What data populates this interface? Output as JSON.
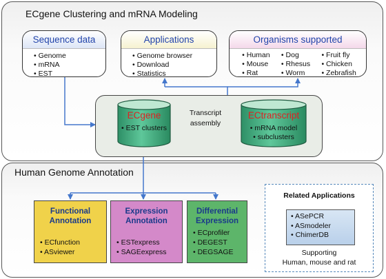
{
  "top_panel": {
    "title": "ECgene Clustering and mRNA Modeling"
  },
  "sequence_data": {
    "title": "Sequence data",
    "items": [
      "Genome",
      "mRNA",
      "EST"
    ]
  },
  "applications": {
    "title": "Applications",
    "items": [
      "Genome browser",
      "Download",
      "Statistics"
    ]
  },
  "organisms": {
    "title": "Organisms supported",
    "col1": [
      "Human",
      "Mouse",
      "Rat"
    ],
    "col2": [
      "Dog",
      "Rhesus",
      "Worm"
    ],
    "col3": [
      "Fruit fly",
      "Chicken",
      "Zebrafish"
    ]
  },
  "ecgene": {
    "title": "ECgene",
    "item": "EST clusters"
  },
  "transcript_assembly": {
    "line1": "Transcript",
    "line2": "assembly"
  },
  "ectranscript": {
    "title": "ECtranscript",
    "items": [
      "mRNA model",
      "subclusters"
    ]
  },
  "bottom_panel": {
    "title": "Human Genome Annotation"
  },
  "functional": {
    "line1": "Functional",
    "line2": "Annotation",
    "items": [
      "ECfunction",
      "ASviewer"
    ],
    "color": "#f0d24a"
  },
  "expression": {
    "line1": "Expression",
    "line2": "Annotation",
    "items": [
      "ESTexpress",
      "SAGEexpress"
    ],
    "color": "#d489c9"
  },
  "differential": {
    "line1": "Differential",
    "line2": "Expression",
    "items": [
      "ECprofiler",
      "DEGEST",
      "DEGSAGE"
    ],
    "color": "#5db56a"
  },
  "related": {
    "title": "Related Applications",
    "items": [
      "ASePCR",
      "ASmodeler",
      "ChimerDB"
    ],
    "footer_line1": "Supporting",
    "footer_line2": "Human, mouse and rat"
  },
  "colors": {
    "arrow": "#4477cc",
    "title_blue": "#2244aa",
    "ec_red": "#dd2222"
  }
}
